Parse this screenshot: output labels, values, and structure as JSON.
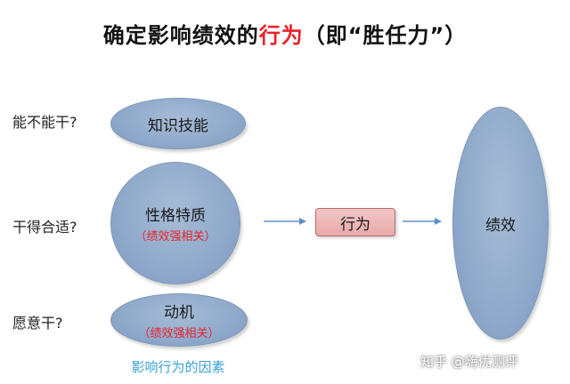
{
  "title": {
    "before": "确定影响绩效的",
    "highlight": "行为",
    "after": "（即“胜任力”）",
    "highlight_color": "#e8232a"
  },
  "questions": {
    "can_do": "能不能干?",
    "fit": "干得合适?",
    "willing": "愿意干?"
  },
  "factors": {
    "knowledge_skills": "知识技能",
    "personality": "性格特质",
    "personality_note": "（绩效强相关）",
    "motivation": "动机",
    "motivation_note": "（绩效强相关）",
    "caption": "影响行为的因素"
  },
  "behavior": "行为",
  "performance": "绩效",
  "watermark": "知乎 @嗨优测评",
  "colors": {
    "factor_fill": "#8fa9cb",
    "behavior_fill": "#e9a9a9",
    "arrow": "#5b8fc8",
    "caption": "#3aa2d8"
  }
}
